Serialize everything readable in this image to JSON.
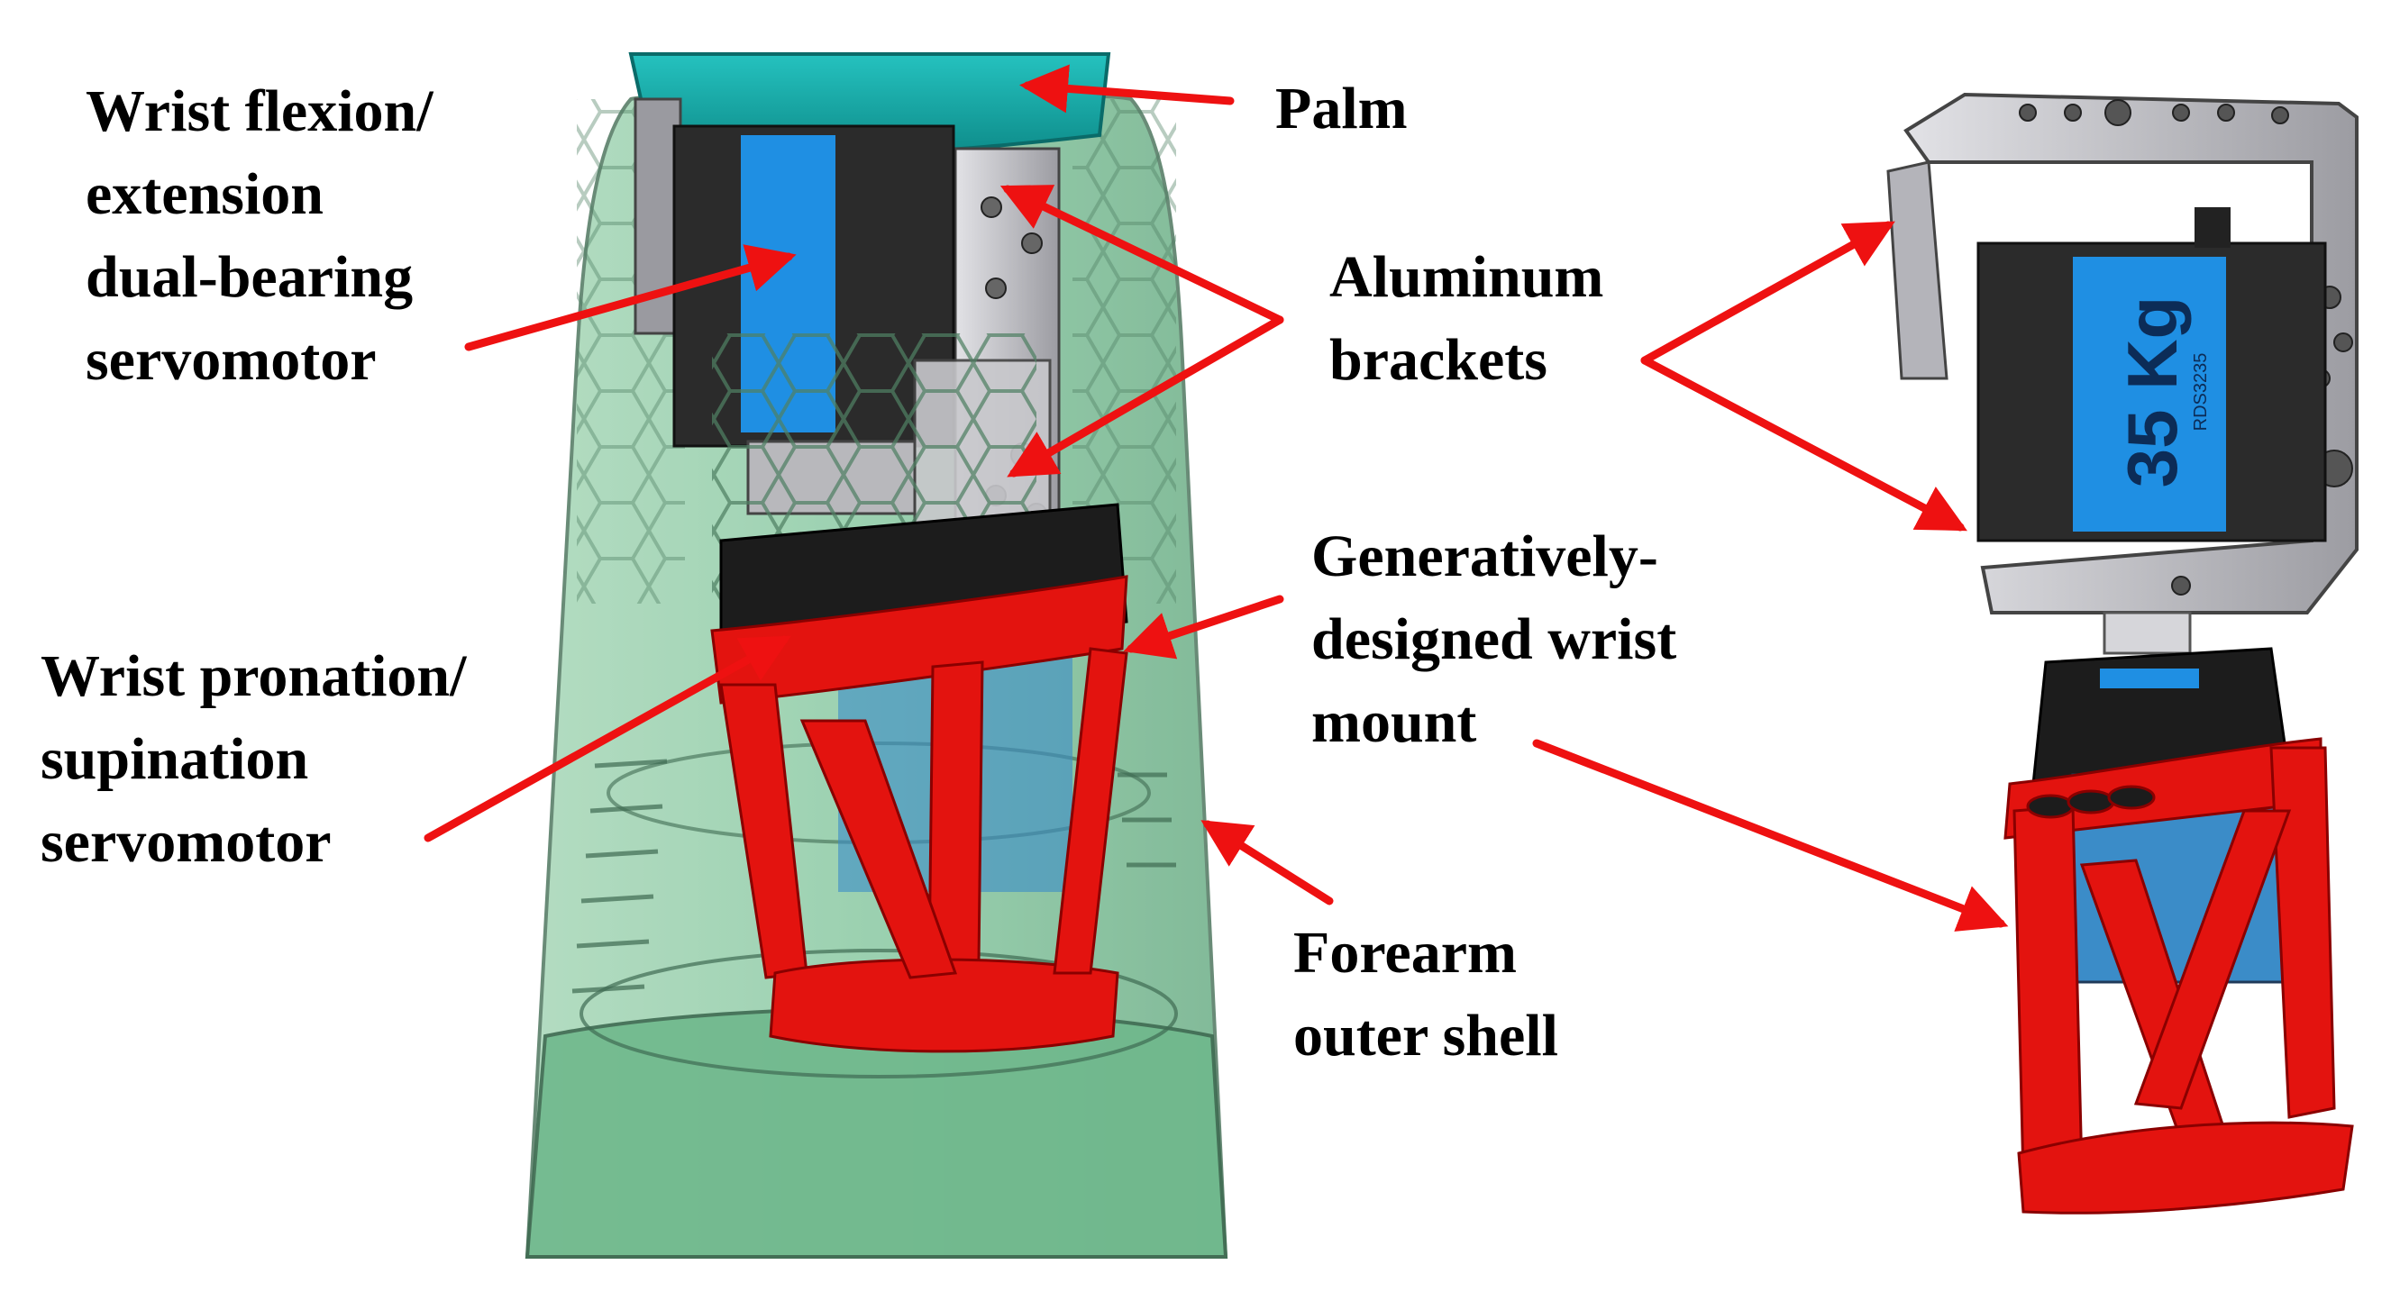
{
  "labels": {
    "palm": [
      "Palm"
    ],
    "wrist_flexion": [
      "Wrist flexion/",
      "extension",
      "dual-bearing",
      "servomotor"
    ],
    "aluminum_brackets": [
      "Aluminum",
      "brackets"
    ],
    "generative_mount": [
      "Generatively-",
      "designed wrist",
      "mount"
    ],
    "wrist_pronation": [
      "Wrist pronation/",
      "supination",
      "servomotor"
    ],
    "forearm_shell": [
      "Forearm",
      "outer shell"
    ]
  },
  "servo_badge": {
    "text": "35 Kg",
    "brand": "RDS3235"
  },
  "colors": {
    "arrow": "#ee1111",
    "palm": "#12a9a6",
    "forearm_shell": "#7fc49a",
    "servo_body": "#2b2b2b",
    "servo_label": "#1f8fe3",
    "bracket": "#c8c8cc",
    "wrist_mount": "#e3130f"
  }
}
